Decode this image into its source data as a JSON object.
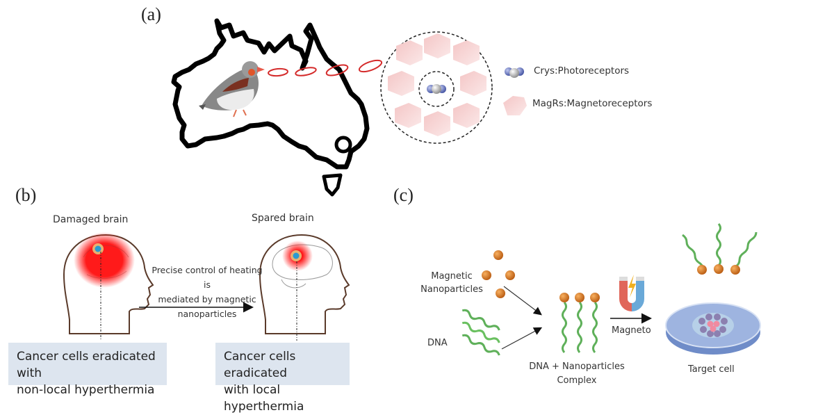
{
  "panels": {
    "a": {
      "label": "(a)",
      "legend": [
        {
          "icon": "cryptochrome-molecule-icon",
          "text": "Crys:Photoreceptors"
        },
        {
          "icon": "magr-hexagon-icon",
          "text": "MagRs:Magnetoreceptors"
        }
      ]
    },
    "b": {
      "label": "(b)",
      "left_title": "Damaged brain",
      "right_title": "Spared brain",
      "arrow_text_lines": [
        "Precise control of heating is",
        "mediated by magnetic",
        "nanoparticles"
      ],
      "left_box_lines": [
        "Cancer cells eradicated with",
        "non-local hyperthermia"
      ],
      "right_box_lines": [
        "Cancer cells eradicated",
        "with local hyperthermia"
      ]
    },
    "c": {
      "label": "(c)",
      "nanoparticles_lines": [
        "Magnetic",
        "Nanoparticles"
      ],
      "dna_label": "DNA",
      "complex_lines": [
        "DNA + Nanoparticles",
        "Complex"
      ],
      "magnet_label": "Magneto",
      "target_label": "Target cell"
    }
  },
  "colors": {
    "heat_red": "#ff1a1a",
    "box_fill": "#dde5ef",
    "nanoparticle_orange": "#d2691e",
    "magnet_red": "#e0665a",
    "magnet_blue": "#6aa9d8",
    "dish_blue": "#8fa8d8",
    "migration_path_red": "#d42a2a"
  }
}
